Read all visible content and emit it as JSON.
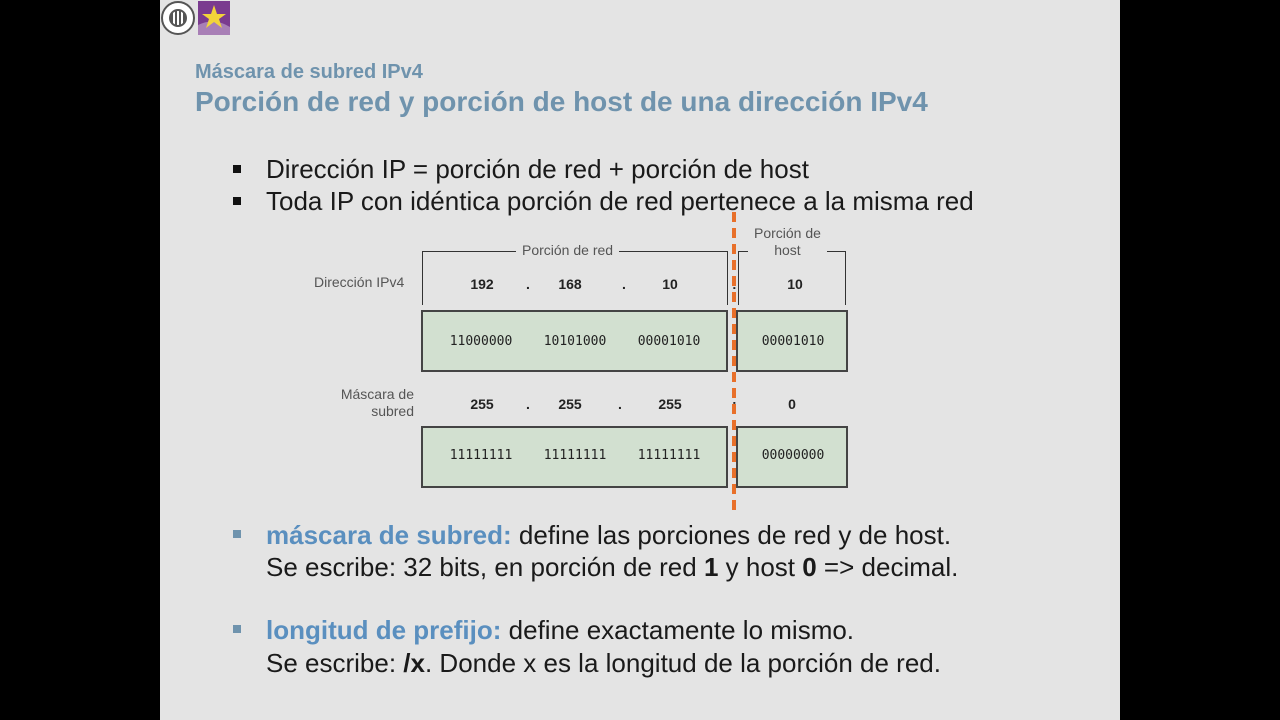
{
  "header": {
    "subtitle": "Máscara de subred IPv4",
    "title": "Porción de red y porción de host de una dirección IPv4"
  },
  "bullets": [
    "Dirección IP = porción de red + porción de host",
    "Toda IP con idéntica porción de red pertenece a la misma red"
  ],
  "diagram": {
    "network_portion_label": "Porción de red",
    "host_portion_label_line1": "Porción de",
    "host_portion_label_line2": "host",
    "ipv4_label": "Dirección IPv4",
    "ipv4_octets": [
      "192",
      "168",
      "10",
      "10"
    ],
    "ipv4_binary": [
      "11000000",
      "10101000",
      "00001010",
      "00001010"
    ],
    "mask_label_line1": "Máscara de",
    "mask_label_line2": "subred",
    "mask_octets": [
      "255",
      "255",
      "255",
      "0"
    ],
    "mask_binary": [
      "11111111",
      "11111111",
      "11111111",
      "00000000"
    ],
    "separator_dot": ".",
    "separator_colon": ":"
  },
  "definitions": [
    {
      "keyword": "máscara de subred:",
      "text": " define las porciones de red y de host.",
      "line2_a": "Se escribe: 32 bits, en porción de red ",
      "line2_b": "1",
      "line2_c": " y host ",
      "line2_d": "0",
      "line2_e": " => decimal."
    },
    {
      "keyword": "longitud de prefijo:",
      "text": " define exactamente lo mismo.",
      "line2_a": "Se escribe: ",
      "line2_b": "/x",
      "line2_c": ". Donde x es la longitud de la porción de red."
    }
  ],
  "colors": {
    "title": "#6f93ad",
    "keyword": "#5a8fbf",
    "box_fill": "#d2e0d0",
    "divider": "#e8702a",
    "slide_bg": "#e4e4e4"
  }
}
